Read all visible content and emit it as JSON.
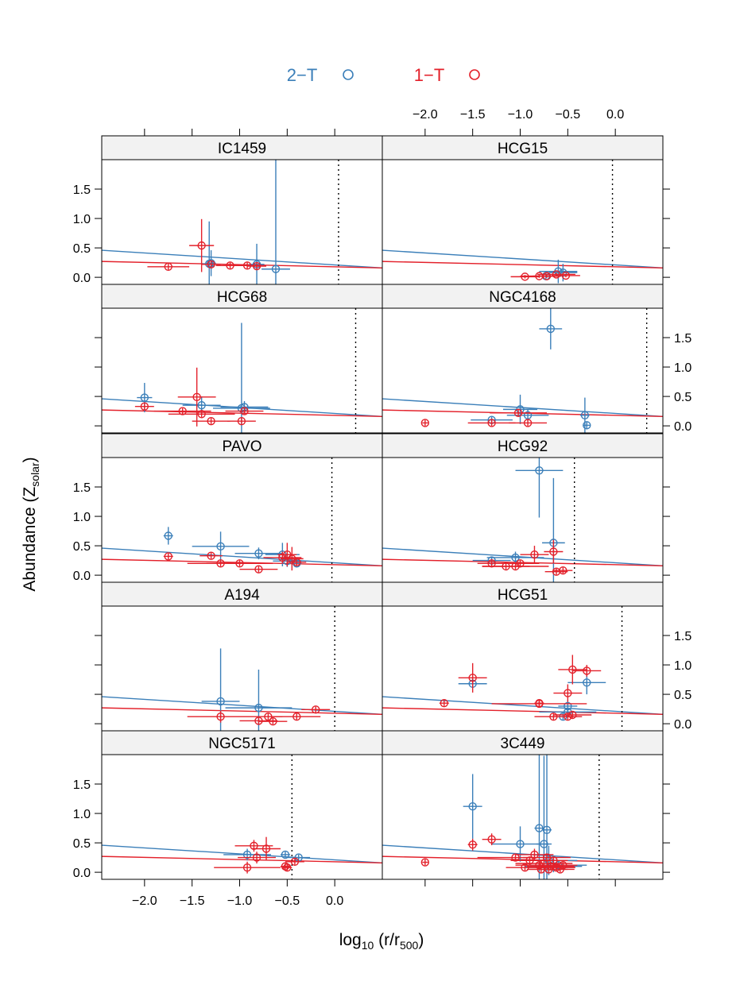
{
  "chart_data": {
    "type": "scatter",
    "xlabel_main": "log",
    "xlabel_base": "10",
    "xlabel_rest": " (r/r",
    "xlabel_sub": "500",
    "xlabel_close": ")",
    "ylabel_main": "Abundance (Z",
    "ylabel_sub": "solar",
    "ylabel_close": ")",
    "xlim": [
      -2.45,
      0.5
    ],
    "ylim": [
      -0.12,
      2.0
    ],
    "x_ticks": [
      -2.0,
      -1.5,
      -1.0,
      -0.5,
      0.0
    ],
    "x_tick_labels": [
      "−2.0",
      "−1.5",
      "−1.0",
      "−0.5",
      "0.0"
    ],
    "y_ticks": [
      0.0,
      0.5,
      1.0,
      1.5
    ],
    "y_tick_labels": [
      "0.0",
      "0.5",
      "1.0",
      "1.5"
    ],
    "legend": [
      {
        "label": "2−T",
        "color": "#3b7fb9"
      },
      {
        "label": "1−T",
        "color": "#e3202a"
      }
    ],
    "colors": {
      "2T": "#3b7fb9",
      "1T": "#e3202a"
    },
    "trend_lines": {
      "2T": {
        "x": [
          -2.45,
          0.5
        ],
        "y": [
          0.46,
          0.16
        ]
      },
      "1T": {
        "x": [
          -2.45,
          0.5
        ],
        "y": [
          0.27,
          0.16
        ]
      }
    },
    "panels": [
      {
        "name": "IC1459",
        "r500_line": 0.04,
        "two_t": [
          [
            -1.32,
            0.23,
            0.07,
            0.72
          ],
          [
            -1.3,
            0.24,
            0.05,
            0.22
          ],
          [
            -0.82,
            0.22,
            0.08,
            0.35
          ],
          [
            -0.62,
            0.14,
            0.15,
            1.86
          ]
        ],
        "one_t": [
          [
            -1.75,
            0.18,
            0.22,
            0.05
          ],
          [
            -1.4,
            0.54,
            0.13,
            0.45
          ],
          [
            -1.3,
            0.22,
            0.1,
            0.05
          ],
          [
            -1.1,
            0.2,
            0.15,
            0.05
          ],
          [
            -0.92,
            0.2,
            0.15,
            0.05
          ],
          [
            -0.82,
            0.19,
            0.1,
            0.05
          ]
        ]
      },
      {
        "name": "HCG15",
        "r500_line": -0.03,
        "two_t": [
          [
            -0.6,
            0.1,
            0.2,
            0.2
          ],
          [
            -0.55,
            0.08,
            0.15,
            0.15
          ],
          [
            -0.73,
            0.02,
            0.12,
            0.05
          ]
        ],
        "one_t": [
          [
            -0.95,
            0.01,
            0.15,
            0.03
          ],
          [
            -0.8,
            0.02,
            0.2,
            0.03
          ],
          [
            -0.72,
            0.02,
            0.15,
            0.03
          ],
          [
            -0.62,
            0.05,
            0.2,
            0.03
          ],
          [
            -0.52,
            0.03,
            0.15,
            0.03
          ]
        ]
      },
      {
        "name": "HCG68",
        "r500_line": 0.22,
        "two_t": [
          [
            -2.0,
            0.48,
            0.08,
            0.25
          ],
          [
            -1.4,
            0.35,
            0.2,
            0.15
          ],
          [
            -0.98,
            0.3,
            0.3,
            1.45
          ],
          [
            -0.95,
            0.32,
            0.25,
            0.1
          ]
        ],
        "one_t": [
          [
            -2.0,
            0.33,
            0.1,
            0.05
          ],
          [
            -1.6,
            0.25,
            0.3,
            0.05
          ],
          [
            -1.45,
            0.49,
            0.2,
            0.5
          ],
          [
            -1.4,
            0.2,
            0.35,
            0.05
          ],
          [
            -1.3,
            0.08,
            0.2,
            0.05
          ],
          [
            -0.98,
            0.08,
            0.15,
            0.05
          ],
          [
            -0.95,
            0.25,
            0.2,
            0.05
          ]
        ]
      },
      {
        "name": "NGC4168",
        "r500_line": 0.33,
        "two_t": [
          [
            -0.68,
            1.65,
            0.12,
            0.35
          ],
          [
            -1.0,
            0.28,
            0.18,
            0.25
          ],
          [
            -1.3,
            0.1,
            0.22,
            0.05
          ],
          [
            -0.92,
            0.18,
            0.22,
            0.1
          ],
          [
            -0.32,
            0.18,
            0.05,
            0.3
          ],
          [
            -0.3,
            0.01,
            0.04,
            0.05
          ]
        ],
        "one_t": [
          [
            -2.0,
            0.05,
            0.03,
            0.05
          ],
          [
            -1.3,
            0.05,
            0.25,
            0.05
          ],
          [
            -1.02,
            0.22,
            0.3,
            0.05
          ],
          [
            -0.92,
            0.05,
            0.2,
            0.05
          ]
        ]
      },
      {
        "name": "PAVO",
        "r500_line": -0.03,
        "two_t": [
          [
            -1.75,
            0.67,
            0.05,
            0.15
          ],
          [
            -1.2,
            0.49,
            0.3,
            0.25
          ],
          [
            -0.8,
            0.37,
            0.25,
            0.1
          ],
          [
            -0.55,
            0.35,
            0.18,
            0.2
          ],
          [
            -0.5,
            0.24,
            0.15,
            0.1
          ],
          [
            -0.4,
            0.2,
            0.05,
            0.05
          ]
        ],
        "one_t": [
          [
            -1.75,
            0.32,
            0.05,
            0.05
          ],
          [
            -1.3,
            0.33,
            0.12,
            0.05
          ],
          [
            -1.2,
            0.2,
            0.35,
            0.05
          ],
          [
            -1.0,
            0.2,
            0.35,
            0.05
          ],
          [
            -0.8,
            0.1,
            0.2,
            0.05
          ],
          [
            -0.55,
            0.3,
            0.2,
            0.1
          ],
          [
            -0.5,
            0.35,
            0.1,
            0.2
          ],
          [
            -0.45,
            0.28,
            0.12,
            0.2
          ],
          [
            -0.4,
            0.22,
            0.1,
            0.05
          ]
        ]
      },
      {
        "name": "HCG92",
        "r500_line": -0.43,
        "two_t": [
          [
            -0.8,
            1.78,
            0.25,
            0.8
          ],
          [
            -0.65,
            0.55,
            0.12,
            1.1
          ],
          [
            -1.3,
            0.25,
            0.2,
            0.05
          ],
          [
            -1.05,
            0.3,
            0.3,
            0.1
          ]
        ],
        "one_t": [
          [
            -1.3,
            0.2,
            0.15,
            0.05
          ],
          [
            -1.15,
            0.15,
            0.25,
            0.05
          ],
          [
            -1.0,
            0.2,
            0.2,
            0.05
          ],
          [
            -0.85,
            0.35,
            0.15,
            0.15
          ],
          [
            -0.65,
            0.4,
            0.1,
            0.2
          ],
          [
            -0.62,
            0.06,
            0.12,
            0.05
          ],
          [
            -0.55,
            0.08,
            0.1,
            0.05
          ],
          [
            -1.05,
            0.15,
            0.35,
            0.05
          ]
        ]
      },
      {
        "name": "A194",
        "r500_line": 0.0,
        "two_t": [
          [
            -1.2,
            0.38,
            0.2,
            0.9
          ],
          [
            -0.8,
            0.27,
            0.35,
            0.65
          ]
        ],
        "one_t": [
          [
            -1.2,
            0.12,
            0.35,
            0.1
          ],
          [
            -0.8,
            0.05,
            0.2,
            0.05
          ],
          [
            -0.7,
            0.12,
            0.15,
            0.05
          ],
          [
            -0.65,
            0.04,
            0.15,
            0.05
          ],
          [
            -0.4,
            0.12,
            0.25,
            0.05
          ],
          [
            -0.2,
            0.24,
            0.15,
            0.05
          ]
        ]
      },
      {
        "name": "HCG51",
        "r500_line": 0.07,
        "two_t": [
          [
            -1.5,
            0.68,
            0.15,
            0.05
          ],
          [
            -0.3,
            0.7,
            0.2,
            0.2
          ],
          [
            -0.5,
            0.2,
            0.3,
            0.05
          ],
          [
            -0.5,
            0.3,
            0.1,
            0.1
          ],
          [
            -0.55,
            0.12,
            0.15,
            0.05
          ]
        ],
        "one_t": [
          [
            -1.5,
            0.78,
            0.15,
            0.25
          ],
          [
            -1.8,
            0.35,
            0.05,
            0.05
          ],
          [
            -0.8,
            0.34,
            0.5,
            0.05
          ],
          [
            -0.8,
            0.35,
            0.05,
            0.05
          ],
          [
            -0.65,
            0.12,
            0.2,
            0.05
          ],
          [
            -0.5,
            0.12,
            0.15,
            0.05
          ],
          [
            -0.5,
            0.52,
            0.15,
            0.15
          ],
          [
            -0.45,
            0.92,
            0.15,
            0.25
          ],
          [
            -0.3,
            0.9,
            0.15,
            0.1
          ],
          [
            -0.45,
            0.15,
            0.2,
            0.05
          ]
        ]
      },
      {
        "name": "NGC5171",
        "r500_line": -0.45,
        "two_t": [
          [
            -0.92,
            0.3,
            0.25,
            0.1
          ],
          [
            -0.52,
            0.3,
            0.05,
            0.05
          ],
          [
            -0.38,
            0.25,
            0.12,
            0.05
          ]
        ],
        "one_t": [
          [
            -0.92,
            0.08,
            0.35,
            0.1
          ],
          [
            -0.85,
            0.45,
            0.2,
            0.1
          ],
          [
            -0.82,
            0.25,
            0.2,
            0.1
          ],
          [
            -0.72,
            0.4,
            0.15,
            0.2
          ],
          [
            -0.52,
            0.1,
            0.05,
            0.05
          ],
          [
            -0.5,
            0.08,
            0.05,
            0.05
          ],
          [
            -0.42,
            0.18,
            0.1,
            0.05
          ]
        ]
      },
      {
        "name": "3C449",
        "r500_line": -0.17,
        "two_t": [
          [
            -1.5,
            1.12,
            0.1,
            0.55
          ],
          [
            -1.0,
            0.48,
            0.3,
            0.3
          ],
          [
            -0.8,
            0.75,
            0.05,
            1.25
          ],
          [
            -0.72,
            0.72,
            0.05,
            1.28
          ],
          [
            -0.75,
            0.48,
            0.08,
            1.5
          ],
          [
            -0.7,
            0.2,
            0.3,
            0.25
          ],
          [
            -0.65,
            0.1,
            0.3,
            0.1
          ],
          [
            -0.6,
            0.12,
            0.3,
            0.05
          ]
        ],
        "one_t": [
          [
            -2.0,
            0.17,
            0.03,
            0.05
          ],
          [
            -1.5,
            0.47,
            0.05,
            0.1
          ],
          [
            -1.3,
            0.56,
            0.1,
            0.1
          ],
          [
            -1.05,
            0.25,
            0.4,
            0.05
          ],
          [
            -0.95,
            0.08,
            0.2,
            0.05
          ],
          [
            -0.9,
            0.2,
            0.2,
            0.05
          ],
          [
            -0.85,
            0.3,
            0.2,
            0.1
          ],
          [
            -0.8,
            0.12,
            0.25,
            0.05
          ],
          [
            -0.78,
            0.05,
            0.15,
            0.05
          ],
          [
            -0.75,
            0.15,
            0.3,
            0.05
          ],
          [
            -0.72,
            0.25,
            0.25,
            0.05
          ],
          [
            -0.7,
            0.05,
            0.2,
            0.05
          ],
          [
            -0.68,
            0.1,
            0.25,
            0.05
          ],
          [
            -0.65,
            0.2,
            0.15,
            0.05
          ],
          [
            -0.62,
            0.08,
            0.2,
            0.05
          ],
          [
            -0.58,
            0.05,
            0.15,
            0.05
          ],
          [
            -0.55,
            0.12,
            0.15,
            0.05
          ]
        ]
      }
    ]
  }
}
